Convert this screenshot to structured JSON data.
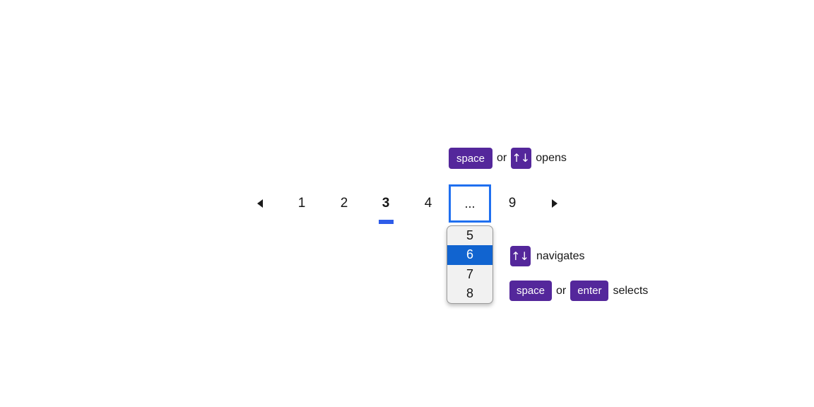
{
  "colors": {
    "key_badge": "#54279b",
    "focus_ring": "#1f6ff0",
    "selected_item": "#1164d0",
    "page_indicator": "#2e5ce9"
  },
  "hint_opens": {
    "key_space": "space",
    "or": "or",
    "arrows_icon": "↑↓",
    "label": "opens"
  },
  "hint_navigates": {
    "arrows_icon": "↑↓",
    "label": "navigates"
  },
  "hint_selects": {
    "key_space": "space",
    "or": "or",
    "key_enter": "enter",
    "label": "selects"
  },
  "pagination": {
    "pages": [
      "1",
      "2",
      "3",
      "4"
    ],
    "current_page": "3",
    "overflow_button": "...",
    "last_page": "9"
  },
  "overflow_menu": {
    "items": [
      "5",
      "6",
      "7",
      "8"
    ],
    "selected_item": "6"
  }
}
